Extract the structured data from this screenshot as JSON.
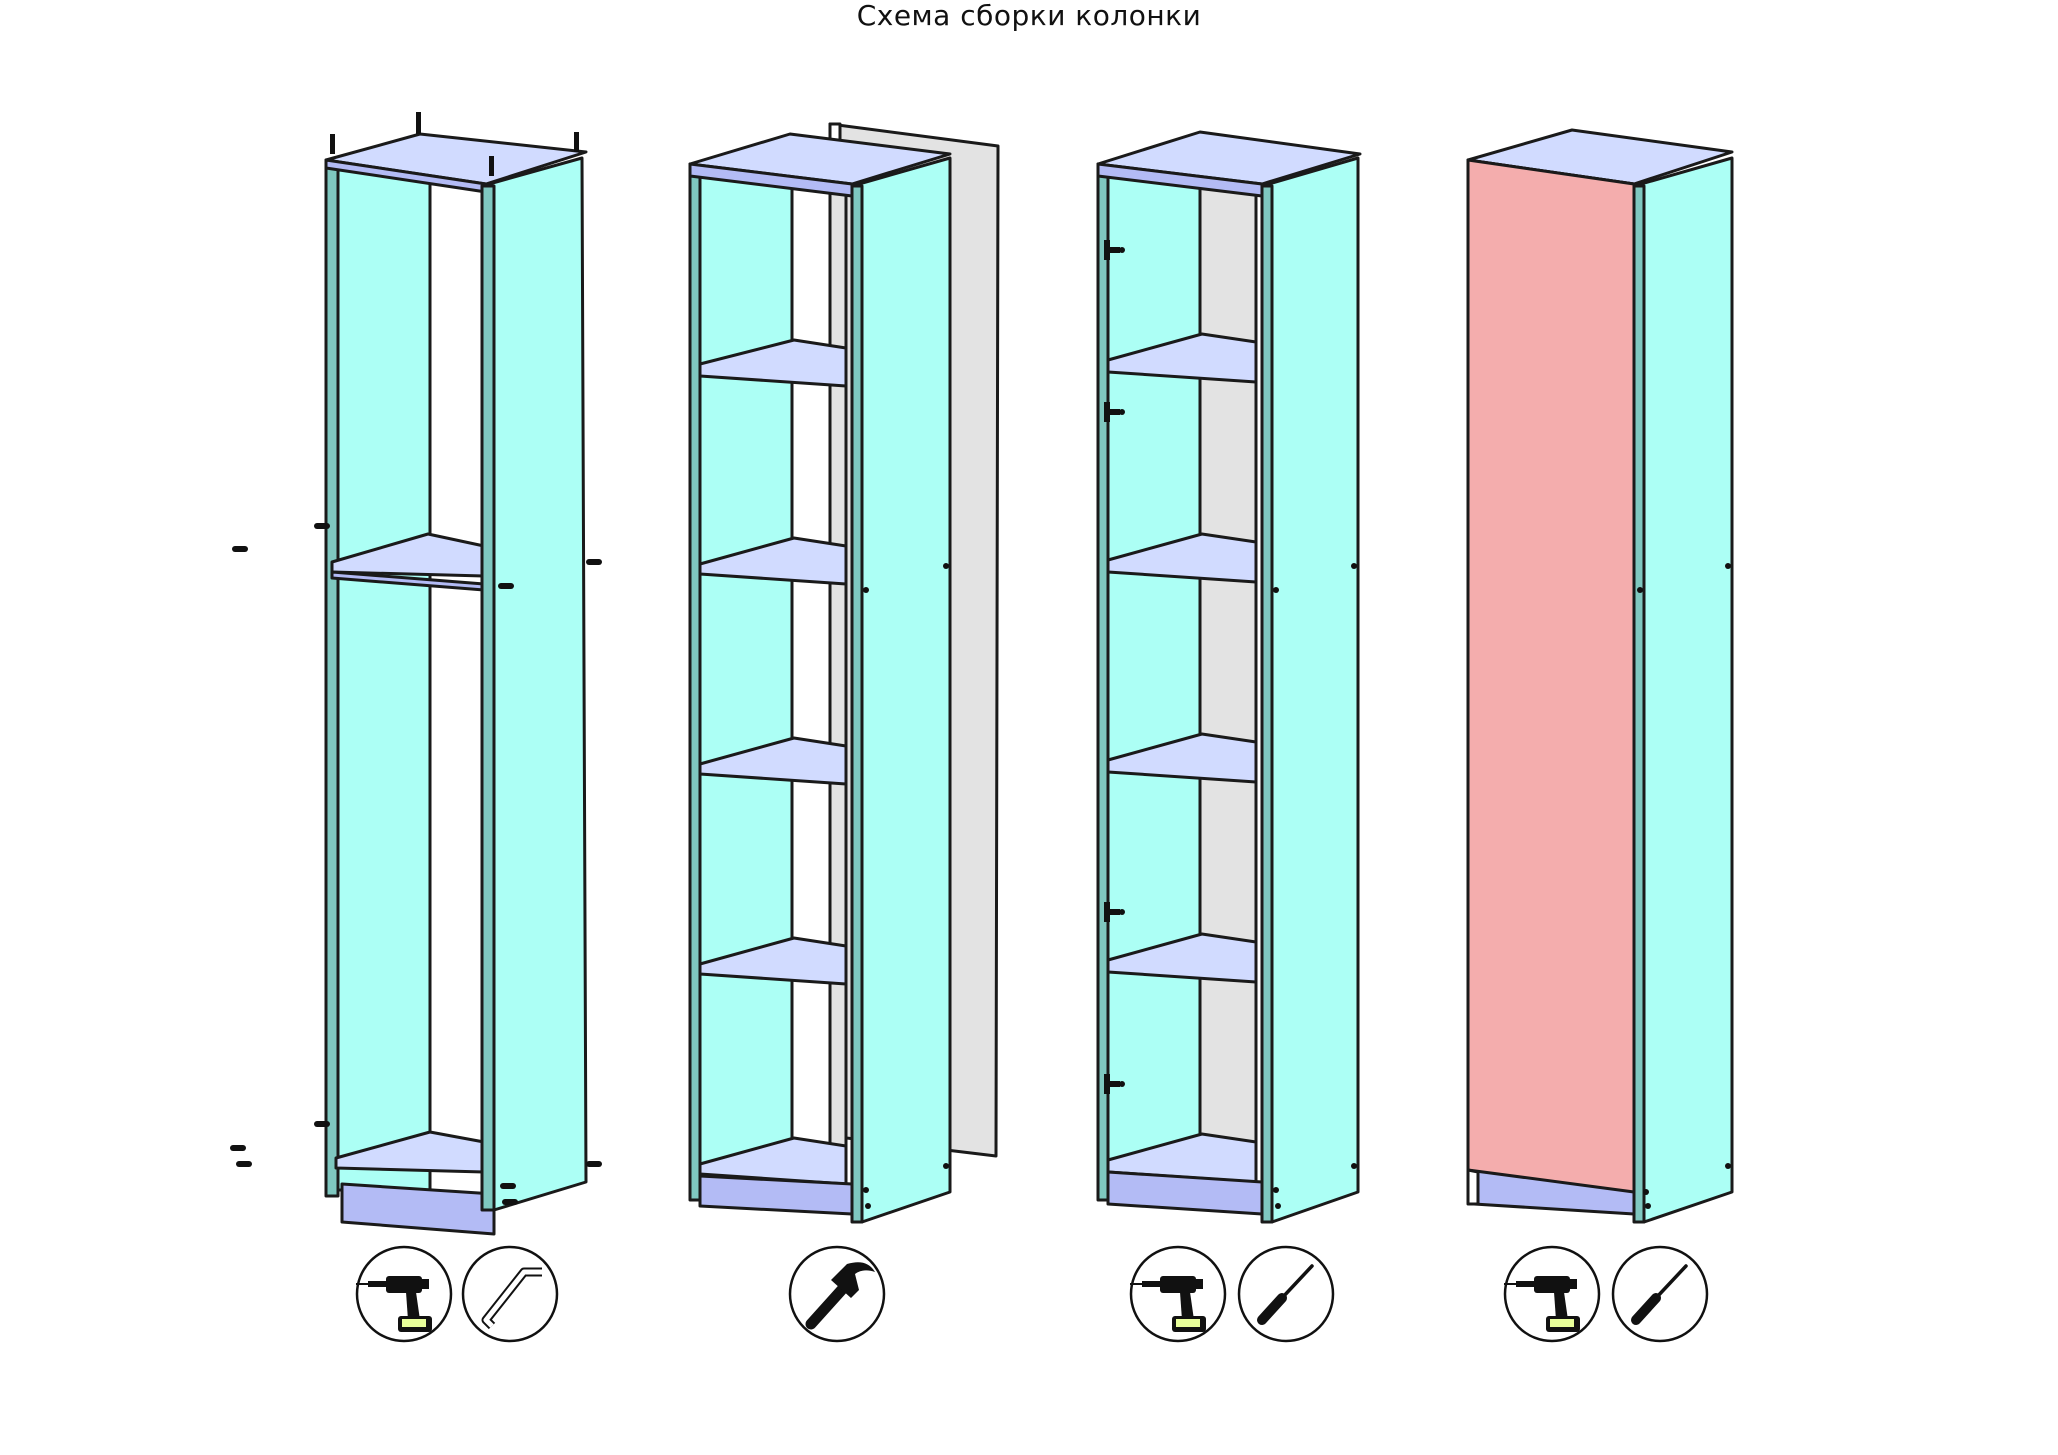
{
  "title": "Схема сборки колонки",
  "colors": {
    "side_panel": "#acfff5",
    "shelf": "#d1dbff",
    "plinth": "#b3bbf5",
    "back_panel": "#e3e3e3",
    "door": "#f4adad",
    "outline": "#1a1a1a"
  },
  "steps": [
    {
      "name": "step-1-frame",
      "tools": [
        "drill-icon",
        "hex-key-icon"
      ]
    },
    {
      "name": "step-2-back-panel-shelves",
      "tools": [
        "hammer-icon"
      ]
    },
    {
      "name": "step-3-hinges",
      "tools": [
        "drill-icon",
        "screwdriver-icon"
      ]
    },
    {
      "name": "step-4-door",
      "tools": [
        "drill-icon",
        "screwdriver-icon"
      ]
    }
  ]
}
